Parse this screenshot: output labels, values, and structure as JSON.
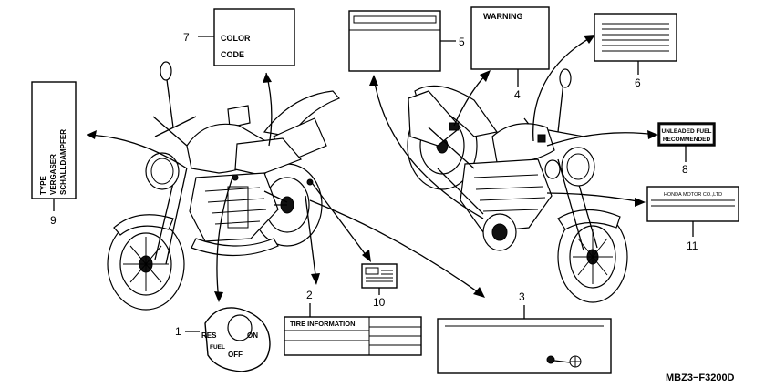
{
  "callouts": [
    {
      "number": "1",
      "part": "fuel-valve-label"
    },
    {
      "number": "2",
      "part": "tire-information-label"
    },
    {
      "number": "3",
      "part": "drive-chain-label"
    },
    {
      "number": "4",
      "part": "warning-label"
    },
    {
      "number": "5",
      "part": "blank-label-5"
    },
    {
      "number": "6",
      "part": "blank-label-6"
    },
    {
      "number": "7",
      "part": "color-code-label"
    },
    {
      "number": "8",
      "part": "unleaded-fuel-label"
    },
    {
      "number": "9",
      "part": "type-label"
    },
    {
      "number": "10",
      "part": "small-label"
    },
    {
      "number": "11",
      "part": "manufacturer-label"
    }
  ],
  "labels": {
    "color_code": {
      "line1": "COLOR",
      "line2": "CODE"
    },
    "warning": "WARNING",
    "unleaded": {
      "line1": "UNLEADED FUEL",
      "line2": "RECOMMENDED"
    },
    "manufacturer": "HONDA MOTOR CO.,LTD",
    "tire": "TIRE INFORMATION",
    "fuel_valve": {
      "res": "RES",
      "on": "ON",
      "fuel": "FUEL",
      "off": "OFF"
    },
    "type_plate": {
      "line1": "TYPE",
      "line2": "VERGASER",
      "line3": "SCHALLDAMPFER"
    }
  },
  "diagram_code": "MBZ3−F3200D"
}
